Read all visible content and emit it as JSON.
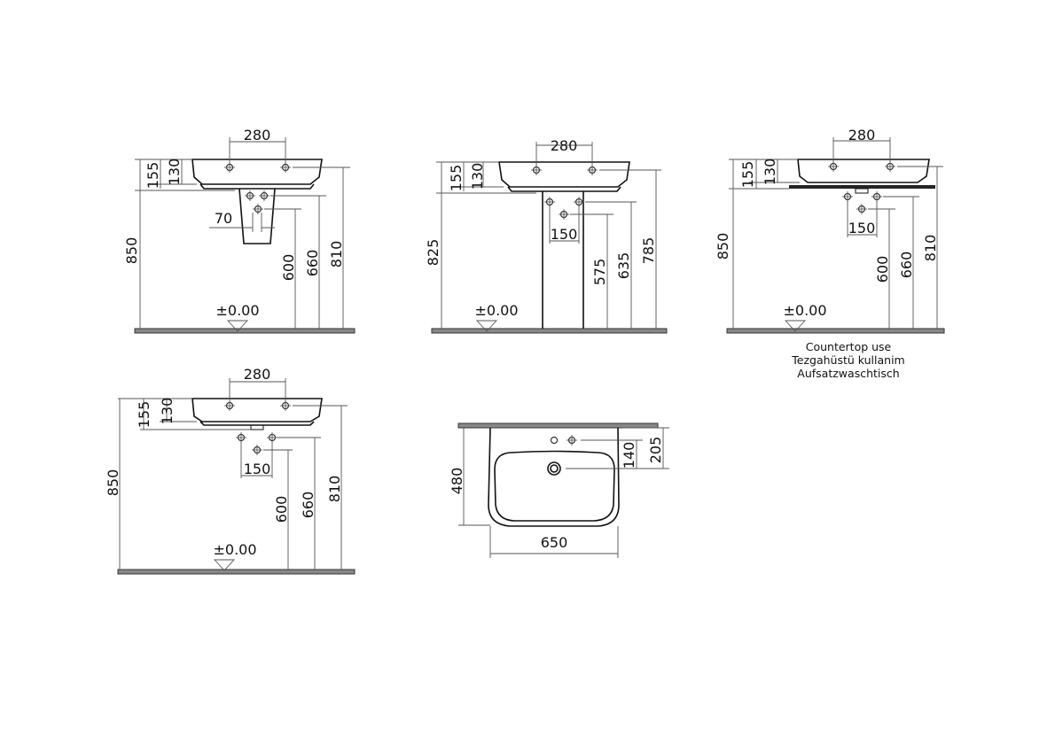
{
  "views": {
    "wall_hung_semi_pedestal": {
      "width_taps": "280",
      "rim_155": "155",
      "rim_130": "130",
      "height_850": "850",
      "offset_70": "70",
      "h600": "600",
      "h660": "660",
      "h810": "810",
      "floor": "±0.00"
    },
    "full_pedestal": {
      "width_taps": "280",
      "rim_155": "155",
      "rim_130": "130",
      "height_825": "825",
      "spacing_150": "150",
      "h575": "575",
      "h635": "635",
      "h785": "785",
      "floor": "±0.00"
    },
    "countertop": {
      "width_taps": "280",
      "rim_155": "155",
      "rim_130": "130",
      "height_850": "850",
      "spacing_150": "150",
      "h600": "600",
      "h660": "660",
      "h810": "810",
      "floor": "±0.00",
      "caption": [
        "Countertop use",
        "Tezgahüstü kullanim",
        "Aufsatzwaschtisch"
      ]
    },
    "wall_hung": {
      "width_taps": "280",
      "rim_155": "155",
      "rim_130": "130",
      "height_850": "850",
      "spacing_150": "150",
      "h600": "600",
      "h660": "660",
      "h810": "810",
      "floor": "±0.00"
    },
    "plan": {
      "depth": "480",
      "width": "650",
      "d140": "140",
      "d205": "205"
    }
  }
}
